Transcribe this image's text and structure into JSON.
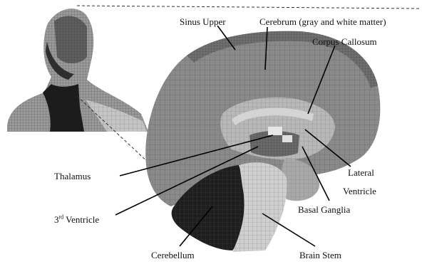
{
  "labels": {
    "sinus_upper": "Sinus Upper",
    "cerebrum": "Cerebrum (gray and white matter)",
    "corpus_callosum": "Corpus Callosum",
    "thalamus": "Thalamus",
    "ventricle3_num": "3",
    "ventricle3_sup": "rd",
    "ventricle3_text": " Ventricle",
    "lateral_ventricle_1": "Lateral",
    "lateral_ventricle_2": "Ventricle",
    "basal_ganglia": "Basal Ganglia",
    "cerebellum": "Cerebellum",
    "brain_stem": "Brain Stem"
  },
  "colors": {
    "cerebrum": "#8a8a8a",
    "sinus": "#6f6f6f",
    "inner": "#b8b8b8",
    "thalamus": "#6a6a6a",
    "cerebellum": "#1e1e1e",
    "brain_stem": "#cfcfcf",
    "mesh": "#3a3a3a",
    "leader": "#000000"
  }
}
